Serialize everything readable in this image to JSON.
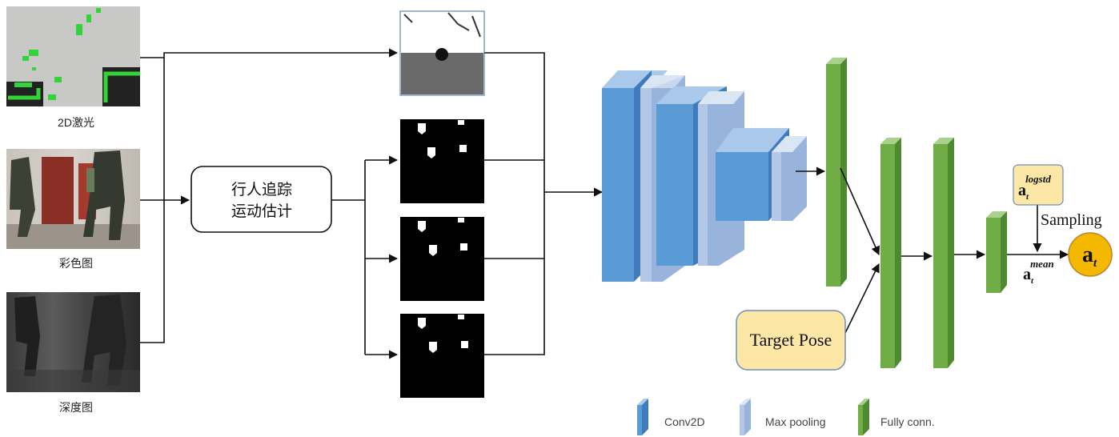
{
  "inputs": {
    "laser_label": "2D激光",
    "rgb_label": "彩色图",
    "depth_label": "深度图"
  },
  "tracking_box": {
    "line1": "行人追踪",
    "line2": "运动估计"
  },
  "target_pose": "Target Pose",
  "sampling": "Sampling",
  "symbols": {
    "a_base": "a",
    "logstd_sub": "t",
    "logstd_sup": "logstd",
    "mean_sub": "t",
    "mean_sup": "mean",
    "out_base": "a",
    "out_sub": "t"
  },
  "legend": {
    "conv": "Conv2D",
    "pool": "Max pooling",
    "fc": "Fully conn."
  },
  "colors": {
    "conv": "#5b9bd5",
    "pool": "#b4c7e7",
    "fc": "#70ad47",
    "target_box": "#fce7a6",
    "output_circle": "#f5b800"
  }
}
